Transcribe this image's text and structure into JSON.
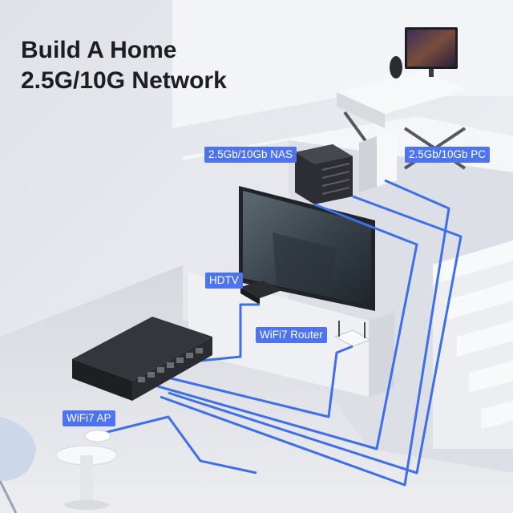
{
  "headline": {
    "line1": "Build A Home",
    "line2": "2.5G/10G Network"
  },
  "labels": {
    "nas": "2.5Gb/10Gb NAS",
    "pc": "2.5Gb/10Gb PC",
    "hdtv": "HDTV",
    "router": "WiFi7 Router",
    "ap": "WiFi7 AP"
  },
  "colors": {
    "label_bg": "#4d74ee",
    "cable": "#3f6fe8",
    "headline": "#1e1e22"
  }
}
